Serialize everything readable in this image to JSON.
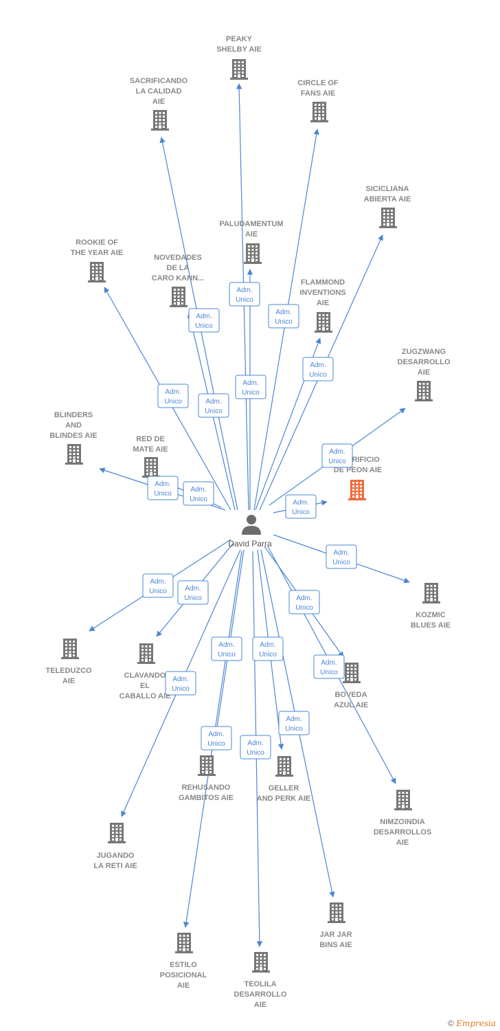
{
  "colors": {
    "edge": "#4a86d4",
    "building": "#777777",
    "building_highlight": "#f26a3d",
    "person": "#6b6b6b",
    "label": "#888888"
  },
  "center": {
    "name": "David Parra",
    "icon": "person-icon"
  },
  "edge_label": {
    "line1": "Adm.",
    "line2": "Unico"
  },
  "companies": [
    {
      "id": "peaky",
      "lines": [
        "PEAKY",
        "SHELBY  AIE"
      ],
      "icon": "building-icon"
    },
    {
      "id": "sacrificando",
      "lines": [
        "SACRIFICANDO",
        "LA CALIDAD",
        "AIE"
      ],
      "icon": "building-icon"
    },
    {
      "id": "circle",
      "lines": [
        "CIRCLE OF",
        "FANS  AIE"
      ],
      "icon": "building-icon"
    },
    {
      "id": "sicicliana",
      "lines": [
        "SICICLIANA",
        "ABIERTA  AIE"
      ],
      "icon": "building-icon"
    },
    {
      "id": "paludamentum",
      "lines": [
        "PALUDAMENTUM",
        "AIE"
      ],
      "icon": "building-icon"
    },
    {
      "id": "rookie",
      "lines": [
        "ROOKIE OF",
        "THE YEAR  AIE"
      ],
      "icon": "building-icon"
    },
    {
      "id": "novedades",
      "lines": [
        "NOVEDADES",
        "DE LA",
        "CARO KANN..."
      ],
      "icon": "building-icon"
    },
    {
      "id": "flammond",
      "lines": [
        "FLAMMOND",
        "INVENTIONS",
        "AIE"
      ],
      "icon": "building-icon"
    },
    {
      "id": "zugzwang",
      "lines": [
        "ZUGZWANG",
        "DESARROLLO",
        "AIE"
      ],
      "icon": "building-icon"
    },
    {
      "id": "blinders",
      "lines": [
        "BLINDERS",
        "AND",
        "BLINDES  AIE"
      ],
      "icon": "building-icon"
    },
    {
      "id": "redmate",
      "lines": [
        "RED DE",
        "MATE  AIE"
      ],
      "icon": "building-icon"
    },
    {
      "id": "sacrificio",
      "lines": [
        "SACRIFICIO",
        "DE PEON  AIE"
      ],
      "icon": "building-icon",
      "highlight": true
    },
    {
      "id": "kozmic",
      "lines": [
        "KOZMIC",
        "BLUES  AIE"
      ],
      "icon": "building-icon"
    },
    {
      "id": "teleduzco",
      "lines": [
        "TELEDUZCO",
        "AIE"
      ],
      "icon": "building-icon"
    },
    {
      "id": "clavando",
      "lines": [
        "CLAVANDO",
        "EL",
        "CABALLO  AIE"
      ],
      "icon": "building-icon"
    },
    {
      "id": "boveda",
      "lines": [
        "BOVEDA",
        "AZUL  AIE"
      ],
      "icon": "building-icon"
    },
    {
      "id": "rehusando",
      "lines": [
        "REHUSANDO",
        "GAMBITOS  AIE"
      ],
      "icon": "building-icon"
    },
    {
      "id": "geller",
      "lines": [
        "GELLER",
        "AND PERK  AIE"
      ],
      "icon": "building-icon"
    },
    {
      "id": "nimzoindia",
      "lines": [
        "NIMZOINDIA",
        "DESARROLLOS",
        "AIE"
      ],
      "icon": "building-icon"
    },
    {
      "id": "jugando",
      "lines": [
        "JUGANDO",
        "LA RETI  AIE"
      ],
      "icon": "building-icon"
    },
    {
      "id": "jarjar",
      "lines": [
        "JAR JAR",
        "BINS  AIE"
      ],
      "icon": "building-icon"
    },
    {
      "id": "estilo",
      "lines": [
        "ESTILO",
        "POSICIONAL",
        "AIE"
      ],
      "icon": "building-icon"
    },
    {
      "id": "teolila",
      "lines": [
        "TEOLILA",
        "DESARROLLO",
        "AIE"
      ],
      "icon": "building-icon"
    }
  ],
  "footer": {
    "copyright": "©",
    "brand": "Empresia"
  }
}
